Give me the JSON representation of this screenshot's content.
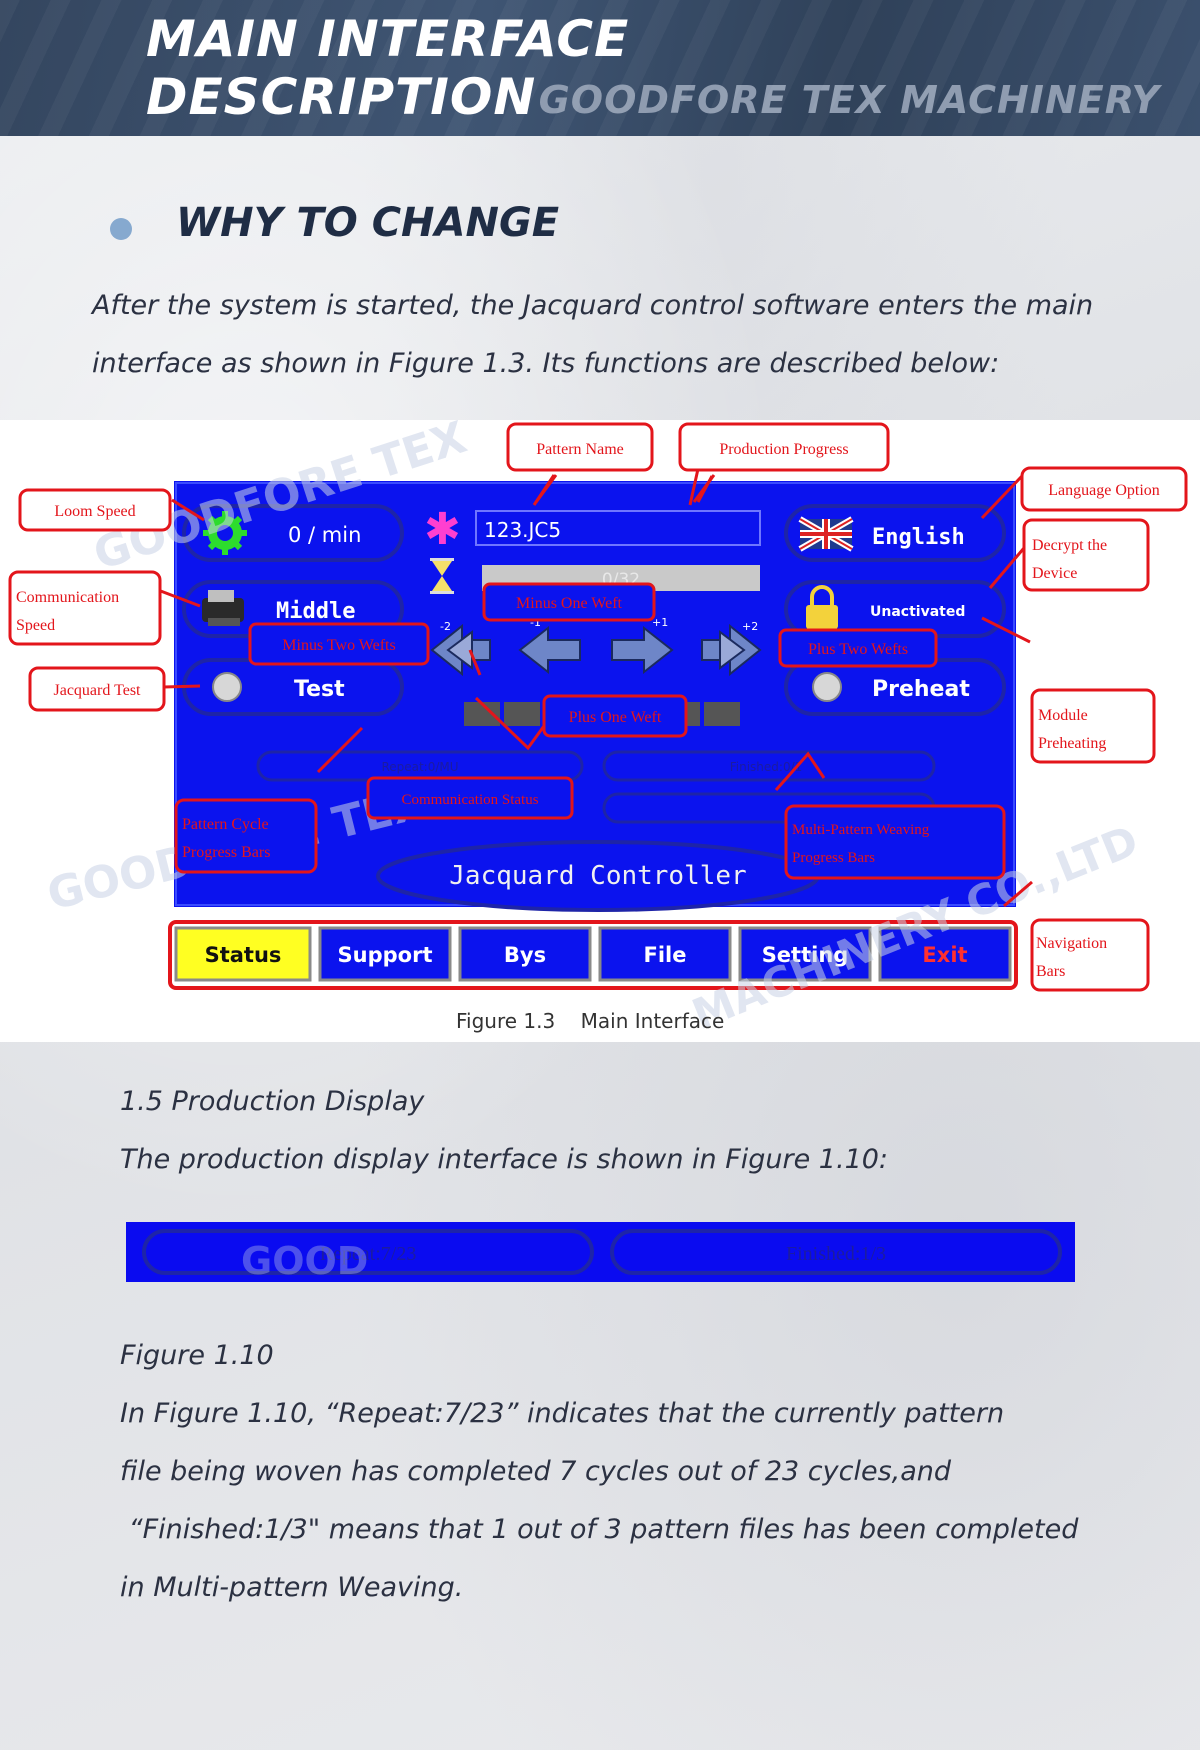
{
  "header": {
    "title_line1": "MAIN INTERFACE",
    "title_line2": "DESCRIPTION",
    "brand": "GOODFORE TEX MACHINERY",
    "color": "#3a4d68"
  },
  "section": {
    "title": "WHY TO CHANGE",
    "intro_line1": "After the system is started, the Jacquard control software enters the main",
    "intro_line2": "interface as shown in Figure 1.3. Its functions are described below:"
  },
  "figure13": {
    "caption": "Figure 1.3    Main Interface",
    "watermark_left": "GOODFORE TEX",
    "watermark_mid": "MACHINERY CO.,LTD",
    "screen": {
      "speed": "0 / min",
      "pattern": "123.JC5",
      "progress": "0/32",
      "language": "English",
      "comm": "Middle",
      "device_status": "Unactivated",
      "test": "Test",
      "preheat": "Preheat",
      "steps": [
        "-2",
        "-1",
        "+1",
        "+2"
      ],
      "repeat": "Repeat:0/MU",
      "finished": "Finished:0/1",
      "banner": "Jacquard Controller",
      "nav": [
        "Status",
        "Support",
        "Bys",
        "File",
        "Setting",
        "Exit"
      ],
      "screen_color": "#0b13ee",
      "active_nav_color": "#ffff22",
      "exit_color": "#ff3030"
    },
    "annotations": {
      "pattern_name": "Pattern Name",
      "production_progress": "Production Progress",
      "language_option": "Language Option",
      "loom_speed": "Loom Speed",
      "decrypt": [
        "Decrypt    the",
        "Device"
      ],
      "communication_speed": [
        "Communication",
        "Speed"
      ],
      "minus_one_weft": "Minus One Weft",
      "minus_two_wefts": "Minus Two Wefts",
      "plus_two_wefts": "Plus Two Wefts",
      "jacquard_test": "Jacquard Test",
      "plus_one_weft": "Plus One Weft",
      "module_preheating": [
        "Module",
        "Preheating"
      ],
      "communication_status": "Communication Status",
      "pattern_cycle": [
        "Pattern    Cycle",
        "Progress Bars"
      ],
      "multi_pattern": [
        "Multi-Pattern    Weaving",
        "Progress Bars"
      ],
      "navigation_bars": [
        "Navigation",
        "Bars"
      ],
      "color": "#e3151b"
    }
  },
  "section15": {
    "heading": "1.5 Production Display",
    "intro": "The production display interface is shown in Figure 1.10:"
  },
  "figure110": {
    "repeat": "Repeat:7/23",
    "finished": "Finished:1/3",
    "watermark": "GOOD"
  },
  "explanation": {
    "caption": "Figure 1.10",
    "line1": "In Figure 1.10, “Repeat:7/23”  indicates that the currently pattern",
    "line2": "file being woven has completed 7 cycles out of 23 cycles,and",
    "line3": " “Finished:1/3\" means that 1 out of 3 pattern files has been completed",
    "line4": "in Multi-pattern Weaving."
  }
}
